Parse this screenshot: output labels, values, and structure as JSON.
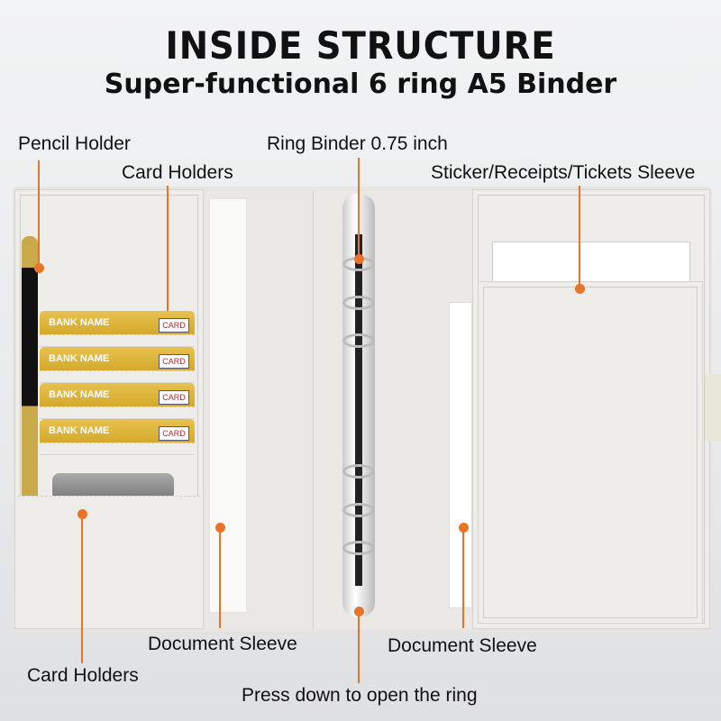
{
  "header": {
    "title": "INSIDE STRUCTURE",
    "subtitle": "Super-functional 6 ring A5 Binder"
  },
  "callouts": {
    "pencil_holder": "Pencil Holder",
    "card_holders_top": "Card Holders",
    "ring_binder": "Ring Binder 0.75 inch",
    "sticker_sleeve": "Sticker/Receipts/Tickets Sleeve",
    "document_sleeve_left": "Document Sleeve",
    "document_sleeve_right": "Document Sleeve",
    "card_holders_bottom": "Card Holders",
    "press_down": "Press down to open the ring"
  },
  "cards": [
    {
      "bank": "BANK NAME",
      "tag": "CARD"
    },
    {
      "bank": "BANK NAME",
      "tag": "CARD"
    },
    {
      "bank": "BANK NAME",
      "tag": "CARD"
    },
    {
      "bank": "BANK NAME",
      "tag": "CARD"
    }
  ],
  "colors": {
    "accent": "#e8742a",
    "binder": "#eeedea",
    "card_gold": "#d9b03a"
  }
}
